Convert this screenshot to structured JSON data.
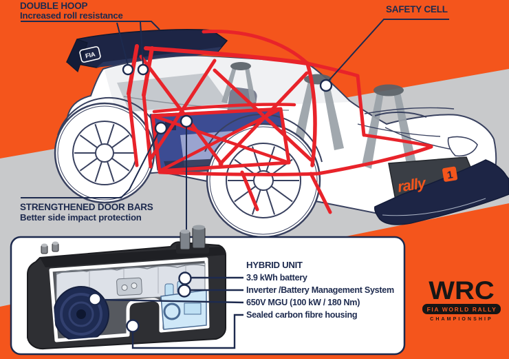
{
  "colors": {
    "background_orange": "#f4551c",
    "band_gray": "#c8c9cb",
    "text_navy": "#1d2a4e",
    "cage_red": "#e8232a",
    "door_panel_blue": "#3c4c93",
    "wing_navy": "#1d2545",
    "battery_gray": "#dde1e8",
    "inverter_blue": "#cfe8f8",
    "mgu_navy": "#1e2b52",
    "logo_black": "#161616"
  },
  "callouts": {
    "double_hoop": {
      "title": "DOUBLE HOOP",
      "subtitle": "Increased roll resistance"
    },
    "safety_cell": {
      "title": "SAFETY CELL"
    },
    "door_bars": {
      "title": "STRENGTHENED DOOR BARS",
      "subtitle": "Better side impact protection"
    }
  },
  "hybrid_panel": {
    "title": "HYBRID UNIT",
    "items": [
      "3.9 kWh battery",
      "Inverter /Battery Management System",
      "650V MGU (100 kW / 180 Nm)",
      "Sealed carbon fibre housing"
    ]
  },
  "car": {
    "wing_badge": "FIA",
    "bumper_logo_word": "rally",
    "bumper_logo_number": "1"
  },
  "wrc_logo": {
    "acronym": "WRC",
    "series_line": "FIA WORLD RALLY",
    "championship_line": "CHAMPIONSHIP"
  }
}
